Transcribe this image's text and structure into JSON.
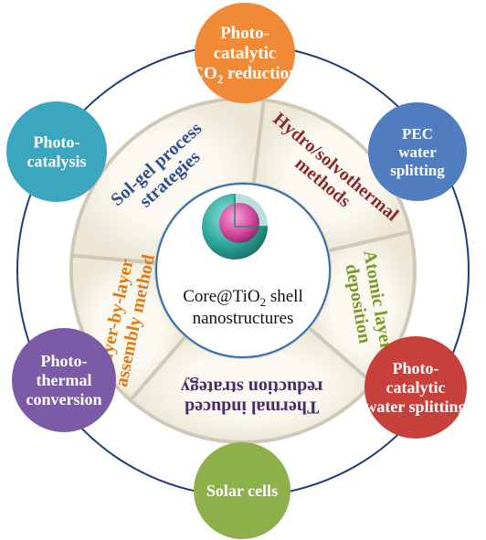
{
  "center": {
    "line1": "Core@TiO",
    "line1_sub": "2",
    "line1_tail": " shell",
    "line2": "nanostructures",
    "sphere_icon": "core-shell-sphere-icon"
  },
  "methods": [
    {
      "lines": [
        "Sol-gel process",
        "strategies"
      ],
      "color": "#2e4e8f"
    },
    {
      "lines": [
        "Hydro/solvothermal",
        "methods"
      ],
      "color": "#8b2a2a"
    },
    {
      "lines": [
        "Atomic layer",
        "deposition"
      ],
      "color": "#7a9a2a"
    },
    {
      "lines": [
        "Thermal induced",
        "reduction strategy"
      ],
      "color": "#4b2a6a"
    },
    {
      "lines": [
        "Layer-by-layer",
        "assembly method"
      ],
      "color": "#e07a12"
    }
  ],
  "applications": [
    {
      "lines": [
        "Photo-",
        "catalytic"
      ],
      "last_prefix": "CO",
      "last_sub": "2",
      "last_suffix": " reduction",
      "color": "#f08a36"
    },
    {
      "lines": [
        "PEC",
        "water",
        "splitting"
      ],
      "color": "#4f7dc0"
    },
    {
      "lines": [
        "Photo-",
        "catalytic",
        "water splitting"
      ],
      "color": "#c8403c"
    },
    {
      "lines": [
        "Solar cells"
      ],
      "color": "#8db04a"
    },
    {
      "lines": [
        "Photo-",
        "thermal",
        "conversion"
      ],
      "color": "#7b5aa8"
    },
    {
      "lines": [
        "Photo-",
        "catalysis"
      ],
      "color": "#3aa7bf"
    }
  ],
  "colors": {
    "ring": "#1f3c78",
    "sector_fill": "#f6f3e8",
    "sector_border": "#cfcab8",
    "center_border": "#2f6fb0",
    "shell": "#35b5aa",
    "core": "#d64aa0"
  }
}
